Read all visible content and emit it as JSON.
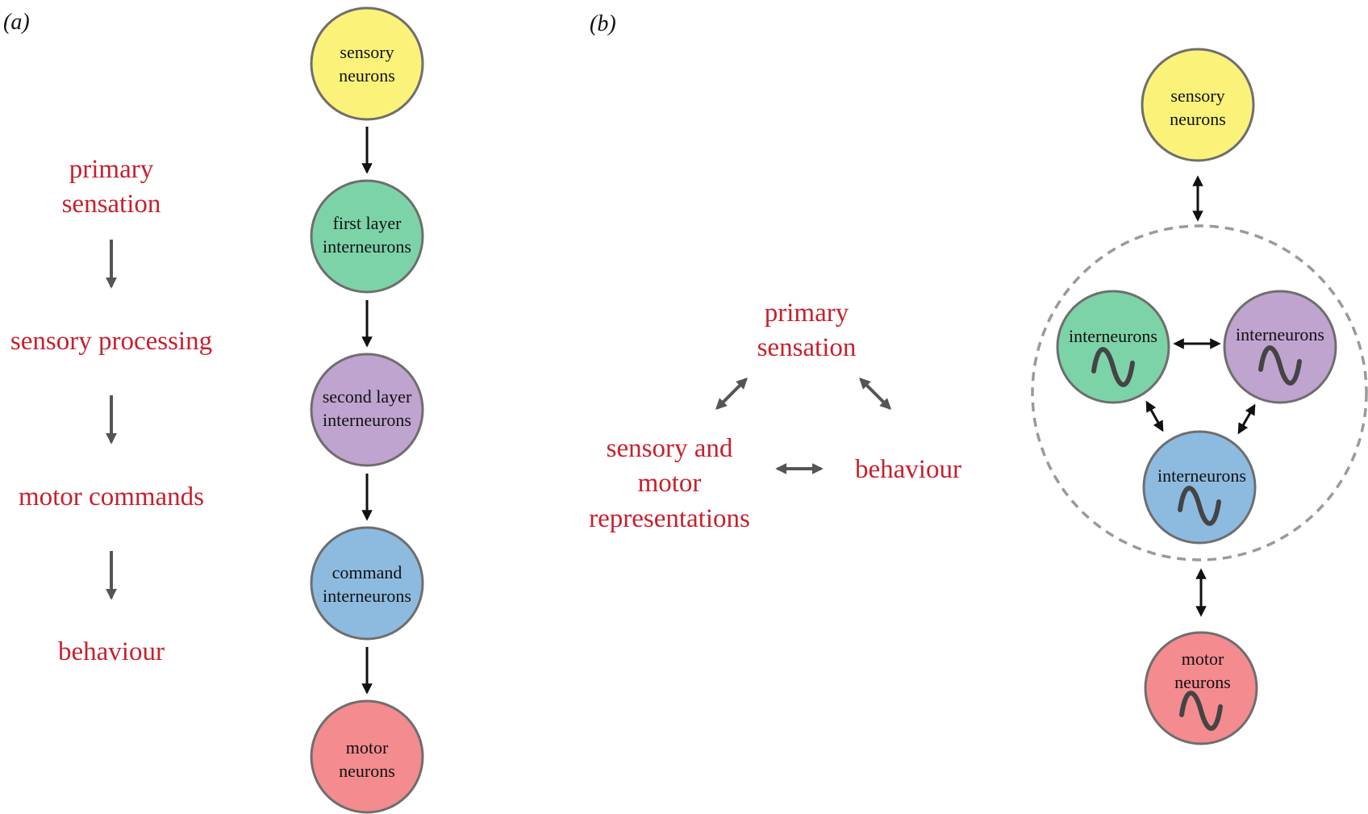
{
  "panel_a": {
    "label": "(a)",
    "flow": [
      "primary",
      "sensation",
      "sensory processing",
      "motor commands",
      "behaviour"
    ],
    "nodes": [
      {
        "line1": "sensory",
        "line2": "neurons",
        "color": "#fbf27a"
      },
      {
        "line1": "first layer",
        "line2": "interneurons",
        "color": "#7dd3a8"
      },
      {
        "line1": "second layer",
        "line2": "interneurons",
        "color": "#bfa4cf"
      },
      {
        "line1": "command",
        "line2": "interneurons",
        "color": "#8dbbe0"
      },
      {
        "line1": "motor",
        "line2": "neurons",
        "color": "#f48b8f"
      }
    ]
  },
  "panel_b": {
    "label": "(b)",
    "triangle": {
      "top_line1": "primary",
      "top_line2": "sensation",
      "left_line1": "sensory and",
      "left_line2": "motor",
      "left_line3": "representations",
      "right": "behaviour"
    },
    "nodes": {
      "sensory": {
        "line1": "sensory",
        "line2": "neurons",
        "color": "#fbf27a"
      },
      "inter_green": {
        "label": "interneurons",
        "color": "#7dd3a8"
      },
      "inter_purple": {
        "label": "interneurons",
        "color": "#bfa4cf"
      },
      "inter_blue": {
        "label": "interneurons",
        "color": "#8dbbe0"
      },
      "motor": {
        "line1": "motor",
        "line2": "neurons",
        "color": "#f48b8f"
      }
    }
  },
  "colors": {
    "red_text": "#c8202e",
    "node_stroke": "#6e6e6e",
    "arrow_black": "#111111",
    "arrow_gray": "#555555",
    "dashed_circle": "#9a9a9a",
    "wave": "#444444"
  }
}
